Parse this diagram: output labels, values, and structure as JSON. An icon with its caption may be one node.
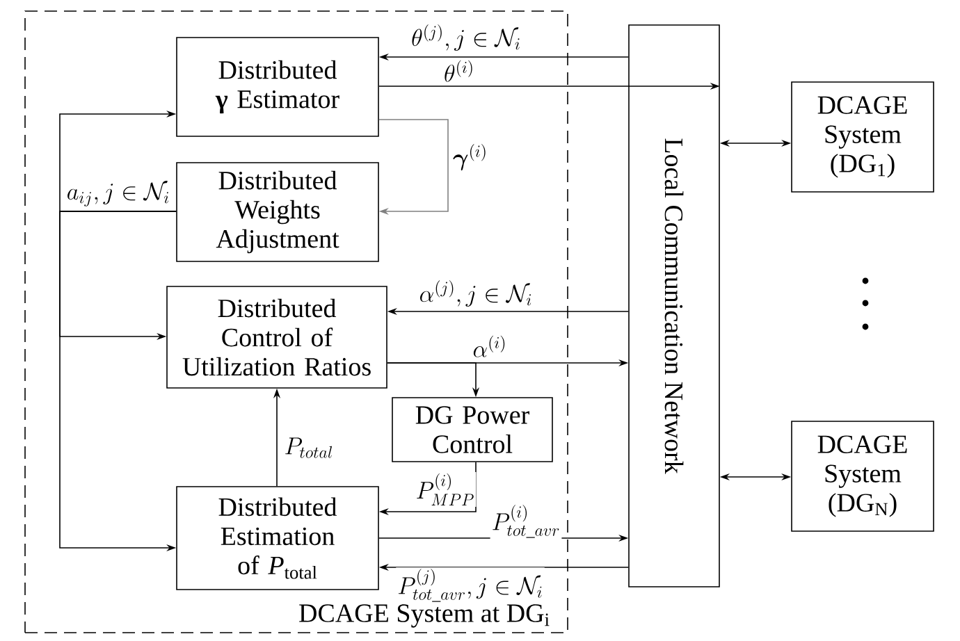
{
  "diagram": {
    "nodes": [
      {
        "text": [
          "DCAGE System at DG$_{i}$"
        ]
      },
      {
        "text": [
          "Distributed **γ** Estimator"
        ],
        "in": 0
      },
      {
        "text": [
          "Distributed Weights Adjustment"
        ],
        "in": 0
      },
      {
        "text": [
          "Distributed Control of Utilization Ratios"
        ],
        "in": 0
      },
      {
        "text": [
          "DG Power Control"
        ],
        "in": 0
      },
      {
        "text": [
          "Distributed Estimation of *P*$_{total}$"
        ],
        "in": 0
      },
      {
        "text": [
          "Local Communication Network"
        ]
      },
      {
        "text": [
          "DCAGE System (DG$_{1}$)"
        ]
      },
      {
        "text": [
          "DCAGE System (DG$_{N}$)"
        ]
      }
    ],
    "edges": [
      {
        "from": 6,
        "to": 1,
        "arrow": "to",
        "label": "\\theta^{(j)}, j \\in \\mathcal{N}_i"
      },
      {
        "from": 1,
        "to": 6,
        "arrow": "to",
        "label": "\\theta^{(i)}"
      },
      {
        "from": 1,
        "to": 2,
        "arrow": "to",
        "label": "\\boldsymbol{\\gamma}^{(i)}",
        "color": "#808080"
      },
      {
        "from": 2,
        "to": 1,
        "arrow": "to",
        "label": "a_{ij}, j \\in \\mathcal{N}_i"
      },
      {
        "from": 2,
        "to": 3,
        "arrow": "to"
      },
      {
        "from": 2,
        "to": 5,
        "arrow": "to"
      },
      {
        "from": 6,
        "to": 3,
        "arrow": "to",
        "label": "\\alpha^{(j)}, j \\in \\mathcal{N}_i"
      },
      {
        "from": 3,
        "to": 6,
        "arrow": "to",
        "label": "\\alpha^{(i)}"
      },
      {
        "from": 3,
        "to": 4,
        "arrow": "to"
      },
      {
        "from": 5,
        "to": 3,
        "arrow": "to",
        "label": "P_{total}"
      },
      {
        "from": 4,
        "to": 5,
        "arrow": "to",
        "label": "P^{(i)}_{MPP}"
      },
      {
        "from": 5,
        "to": 6,
        "arrow": "to",
        "label": "P^{(i)}_{tot\\_avr}"
      },
      {
        "from": 6,
        "to": 5,
        "arrow": "to",
        "label": "P^{(j)}_{tot\\_avr}, j \\in \\mathcal{N}_i"
      },
      {
        "from": 6,
        "to": 7,
        "arrow": "both"
      },
      {
        "from": 6,
        "to": 8,
        "arrow": "both"
      }
    ]
  }
}
